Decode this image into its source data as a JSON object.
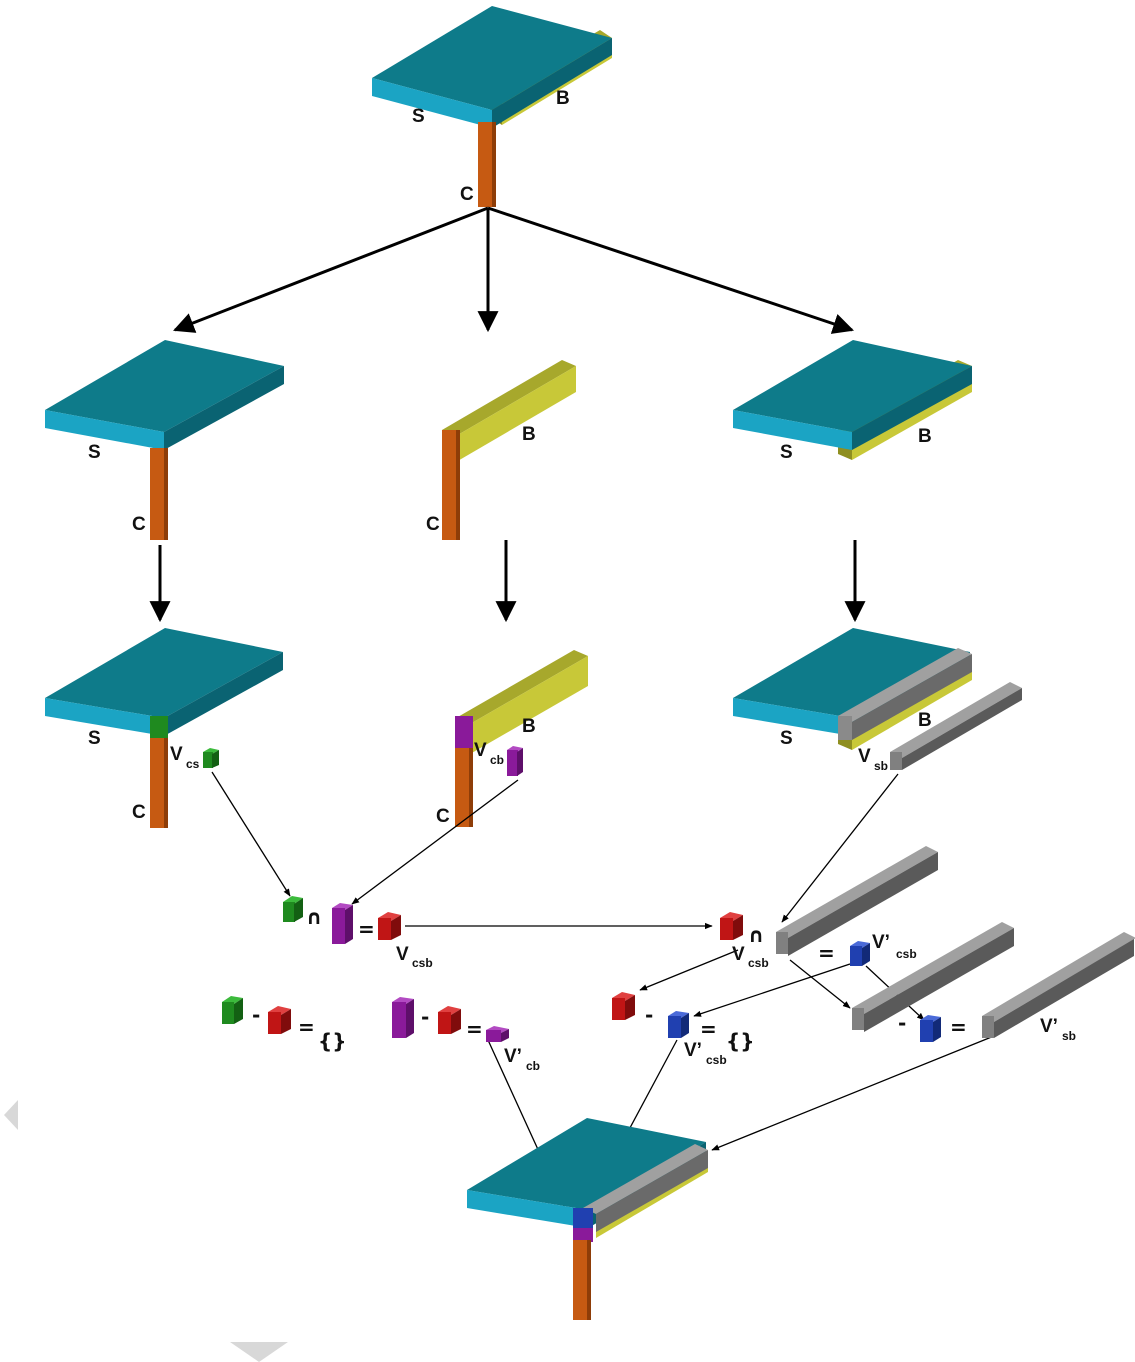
{
  "colors": {
    "slab_top": "#0e7b8a",
    "slab_side": "#1ba4c4",
    "slab_front": "#0a6372",
    "beam_top": "#a7a82c",
    "beam_side": "#c8c838",
    "beam_front": "#8f8f20",
    "column": "#c65a12",
    "column_dark": "#8e3d08",
    "green": "#1f8a1f",
    "purple": "#8a1a9a",
    "red": "#c01515",
    "blue": "#2040b0",
    "gray": "#808080",
    "gray_dark": "#5a5a5a"
  },
  "labels": {
    "s": "S",
    "b": "B",
    "c": "C",
    "v": "V",
    "vp": "V’",
    "cs": "cs",
    "cb": "cb",
    "sb": "sb",
    "csb": "csb",
    "cap": "∩",
    "eq": "=",
    "minus": "-",
    "empty": "{}"
  }
}
